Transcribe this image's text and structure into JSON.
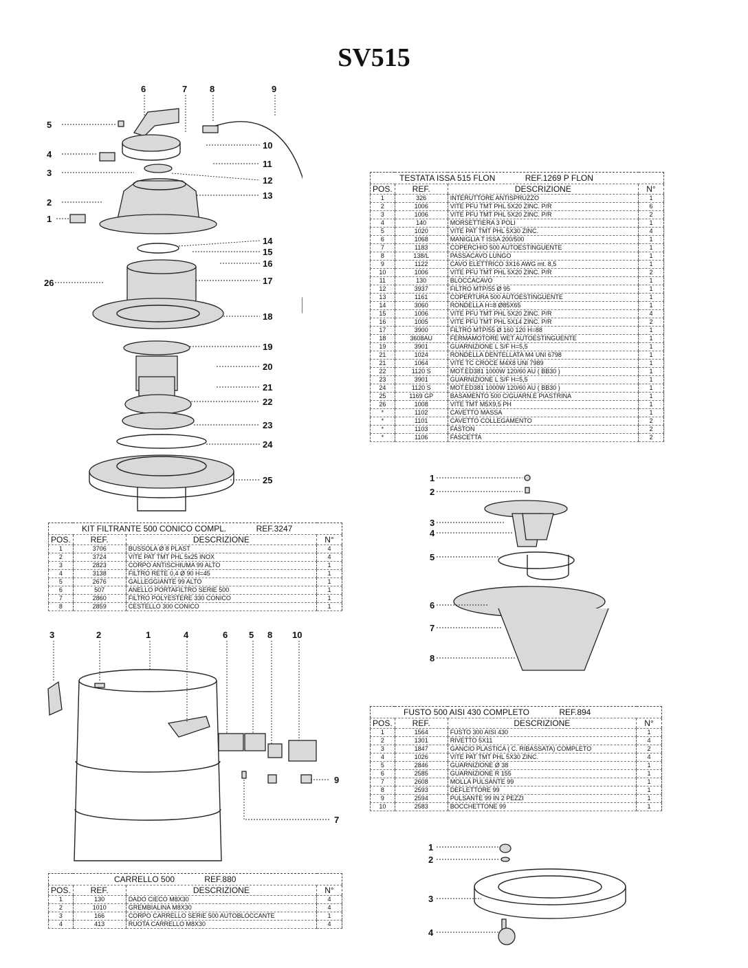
{
  "title": "SV515",
  "labels": {
    "head": [
      "5",
      "4",
      "3",
      "2",
      "1",
      "26",
      "6",
      "7",
      "8",
      "9",
      "10",
      "11",
      "12",
      "13",
      "14",
      "15",
      "16",
      "17",
      "18",
      "19",
      "20",
      "21",
      "22",
      "23",
      "24",
      "25"
    ],
    "filter": [
      "1",
      "2",
      "3",
      "4",
      "5",
      "6",
      "7",
      "8"
    ],
    "drum": [
      "3",
      "2",
      "1",
      "4",
      "6",
      "5",
      "8",
      "10",
      "9",
      "7"
    ],
    "cart": [
      "1",
      "2",
      "3",
      "4"
    ]
  },
  "testata": {
    "title": "TESTATA ISSA 515 FLON",
    "ref": "REF.1269 P  FLON",
    "headers": [
      "POS.",
      "REF.",
      "DESCRIZIONE",
      "N°"
    ],
    "rows": [
      [
        "1",
        "326",
        "INTERUTTORE ANTISPRUZZO",
        "1"
      ],
      [
        "2",
        "1006",
        "VITE PFU TMT PHL 5X20 ZINC. P/R",
        "6"
      ],
      [
        "3",
        "1006",
        "VITE PFU TMT PHL 5X20 ZINC. P/R",
        "2"
      ],
      [
        "4",
        "140",
        "MORSETTIERA 3 POLI",
        "1"
      ],
      [
        "5",
        "1020",
        "VITE PAT TMT PHL 5X30 ZINC.",
        "4"
      ],
      [
        "6",
        "1068",
        "MANIGLIA T ISSA 200/500",
        "1"
      ],
      [
        "7",
        "1183",
        "COPERCHIO 500 AUTOESTINGUENTE",
        "1"
      ],
      [
        "8",
        "138/L",
        "PASSACAVO LUNGO",
        "1"
      ],
      [
        "9",
        "1122",
        "CAVO ELETTRICO 3X16 AWG mt. 8,5",
        "1"
      ],
      [
        "10",
        "1006",
        "VITE PFU TMT PHL 5X20 ZINC. P/R",
        "2"
      ],
      [
        "11",
        "130",
        "BLOCCACAVO",
        "1"
      ],
      [
        "12",
        "3937",
        "FILTRO MTP/55 Ø 95",
        "1"
      ],
      [
        "13",
        "1161",
        "COPERTURA 500 AUTOESTINGUENTE",
        "1"
      ],
      [
        "14",
        "3060",
        "RONDELLA H=8 Ø85X65",
        "1"
      ],
      [
        "15",
        "1006",
        "VITE PFU TMT PHL 5X20 ZINC. P/R",
        "4"
      ],
      [
        "16",
        "1005",
        "VITE PFU TMT PHL 5X14 ZINC. P/R",
        "2"
      ],
      [
        "17",
        "3900",
        "FILTRO MTP/55 Ø 160 120 H=88",
        "1"
      ],
      [
        "18",
        "3608AU",
        "FERMAMOTORE WET AUTOESTINGUENTE",
        "1"
      ],
      [
        "19",
        "3901",
        "GUARNIZIONE L S/F H=5,5",
        "1"
      ],
      [
        "21",
        "1024",
        "RONDELLA DENTELLATA M4 UNI 6798",
        "1"
      ],
      [
        "21",
        "1064",
        "VITE TC CROCE M4X8 UNI 7989",
        "1"
      ],
      [
        "22",
        "1120 S",
        "MOT.ED381 1000W 120/60 AU ( BB30 )",
        "1"
      ],
      [
        "23",
        "3901",
        "GUARNIZIONE L S/F H=5,5",
        "1"
      ],
      [
        "24",
        "1120 S",
        "MOT.ED381 1000W 120/60 AU ( BB30 )",
        "1"
      ],
      [
        "25",
        "1169 GP",
        "BASAMENTO 500 C/GUARN.E PIASTRINA",
        "1"
      ],
      [
        "26",
        "1008",
        "VITE TMT M5X9,5 PH",
        "1"
      ],
      [
        "*",
        "1102",
        "CAVETTO MASSA",
        "1"
      ],
      [
        "*",
        "1101",
        "CAVETTO COLLEGAMENTO",
        "2"
      ],
      [
        "*",
        "1103",
        "FASTON",
        "2"
      ],
      [
        "*",
        "1106",
        "FASCETTA",
        "2"
      ]
    ]
  },
  "kit": {
    "title": "KIT FILTRANTE 500 CONICO COMPL.",
    "ref": "REF.3247",
    "headers": [
      "POS.",
      "REF.",
      "DESCRIZIONE",
      "N°"
    ],
    "rows": [
      [
        "1",
        "3706",
        "BUSSOLA Ø 8 PLAST",
        "4"
      ],
      [
        "2",
        "3724",
        "VITE PAT TMT PHL 5x25 INOX",
        "4"
      ],
      [
        "3",
        "2823",
        "CORPO ANTISCHIUMA 99 ALTO",
        "1"
      ],
      [
        "4",
        "3138",
        "FILTRO RETE 0,4 Ø 90 H=45",
        "1"
      ],
      [
        "5",
        "2676",
        "GALLEGGIANTE 99 ALTO",
        "1"
      ],
      [
        "6",
        "507",
        "ANELLO PORTAFILTRO SERIE 500",
        "1"
      ],
      [
        "7",
        "2860",
        "FILTRO POLYESTERE 330 CONICO",
        "1"
      ],
      [
        "8",
        "2859",
        "CESTELLO 300 CONICO",
        "1"
      ]
    ]
  },
  "fusto": {
    "title": "FUSTO 500 AISI 430 COMPLETO",
    "ref": "REF.894",
    "headers": [
      "POS.",
      "REF.",
      "DESCRIZIONE",
      "N°"
    ],
    "rows": [
      [
        "1",
        "1564",
        "FUSTO 300 AISI 430",
        "1"
      ],
      [
        "2",
        "1301",
        "RIVETTO 5X11",
        "4"
      ],
      [
        "3",
        "1847",
        "GANCIO PLASTICA ( C. RIBASSATA) COMPLETO",
        "2"
      ],
      [
        "4",
        "1026",
        "VITE PAT TMT PHL 5X30 ZINC.",
        "4"
      ],
      [
        "5",
        "2846",
        "GUARNIZIONE Ø 38",
        "1"
      ],
      [
        "6",
        "2585",
        "GUARNIZIONE R 155",
        "1"
      ],
      [
        "7",
        "2608",
        "MOLLA PULSANTE 99",
        "1"
      ],
      [
        "8",
        "2593",
        "DEFLETTORE 99",
        "1"
      ],
      [
        "9",
        "2594",
        "PULSANTE 99 IN 2 PEZZI",
        "1"
      ],
      [
        "10",
        "2583",
        "BOCCHETTONE 99",
        "1"
      ]
    ]
  },
  "carrello": {
    "title": "CARRELLO 500",
    "ref": "REF.880",
    "headers": [
      "POS.",
      "REF.",
      "DESCRIZIONE",
      "N°"
    ],
    "rows": [
      [
        "1",
        "130",
        "DADO CIECO M8X30",
        "4"
      ],
      [
        "2",
        "1010",
        "GREMBIALINA M8X30",
        "4"
      ],
      [
        "3",
        "166",
        "CORPO CARRELLO SERIE 500 AUTOBLOCCANTE",
        "1"
      ],
      [
        "4",
        "413",
        "RUOTA CARRELLO M8X30",
        "4"
      ]
    ]
  }
}
